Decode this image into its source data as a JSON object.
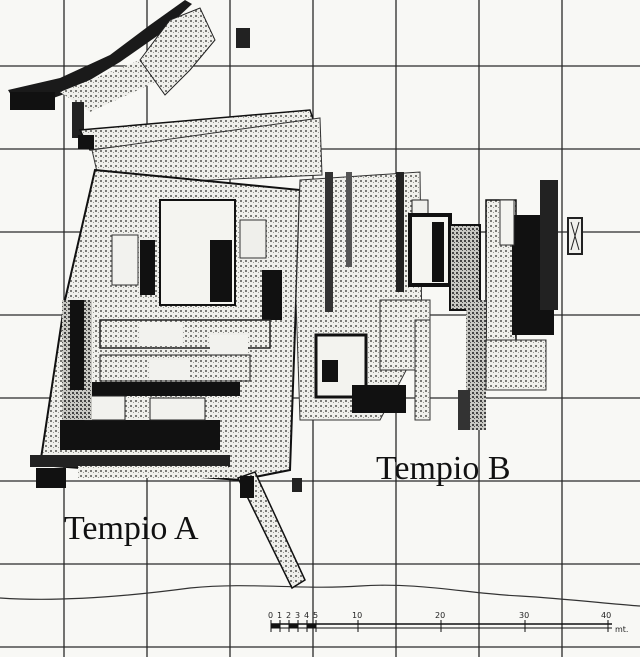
{
  "labels": {
    "temple_a": "Tempio A",
    "temple_b": "Tempio B"
  },
  "scale_bar": {
    "ticks": [
      "0",
      "1",
      "2",
      "3",
      "4",
      "5",
      "10",
      "20",
      "30",
      "40"
    ],
    "unit": "mt."
  },
  "colors": {
    "paper": "#f8f8f5",
    "ink": "#111111",
    "grid": "#2a2a2a",
    "fill_medium": "#b5b5b0",
    "fill_light": "#d8d8d3"
  }
}
